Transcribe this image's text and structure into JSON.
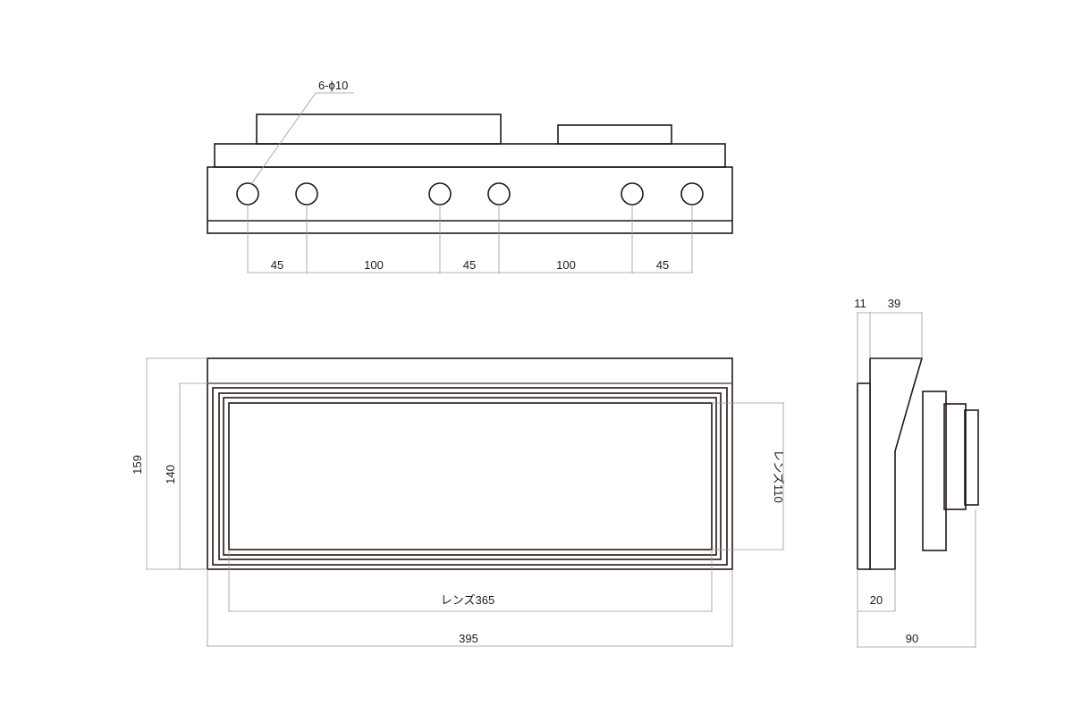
{
  "top_view": {
    "hole_callout": "6-ϕ10",
    "spacing_labels": [
      "45",
      "100",
      "45",
      "100",
      "45"
    ]
  },
  "front_view": {
    "overall_height_label": "159",
    "frame_height_label": "140",
    "lens_height_label": "レンズ110",
    "lens_width_label": "レンズ365",
    "overall_width_label": "395"
  },
  "side_view": {
    "top_left_label": "11",
    "top_right_label": "39",
    "bottom_inner_label": "20",
    "depth_label": "90"
  }
}
